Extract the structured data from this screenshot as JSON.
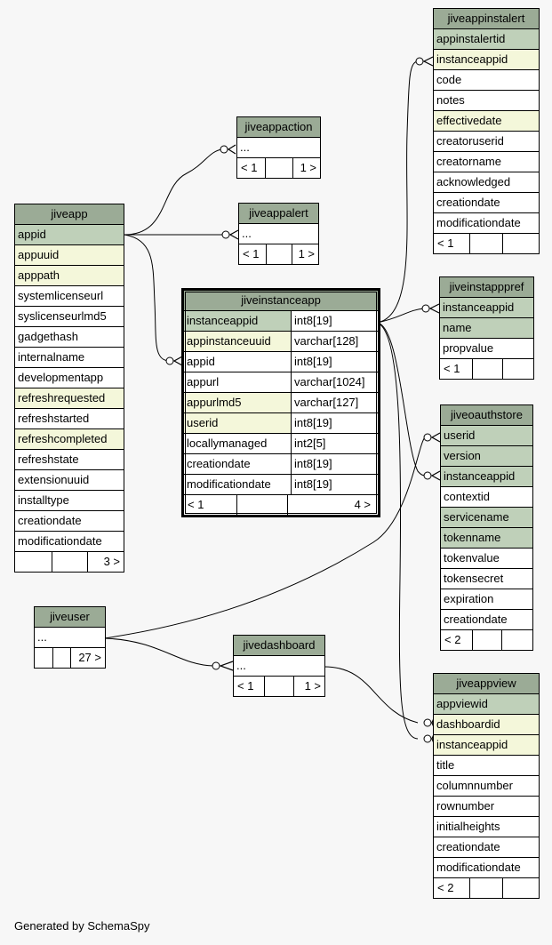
{
  "credit": "Generated by SchemaSpy",
  "tables": {
    "jiveapp": {
      "name": "jiveapp",
      "columns": [
        {
          "name": "appid",
          "kind": "pk"
        },
        {
          "name": "appuuid",
          "kind": "fk"
        },
        {
          "name": "apppath",
          "kind": "fk"
        },
        {
          "name": "systemlicenseurl",
          "kind": ""
        },
        {
          "name": "syslicenseurlmd5",
          "kind": ""
        },
        {
          "name": "gadgethash",
          "kind": ""
        },
        {
          "name": "internalname",
          "kind": ""
        },
        {
          "name": "developmentapp",
          "kind": ""
        },
        {
          "name": "refreshrequested",
          "kind": "fk"
        },
        {
          "name": "refreshstarted",
          "kind": ""
        },
        {
          "name": "refreshcompleted",
          "kind": "fk"
        },
        {
          "name": "refreshstate",
          "kind": ""
        },
        {
          "name": "extensionuuid",
          "kind": ""
        },
        {
          "name": "installtype",
          "kind": ""
        },
        {
          "name": "creationdate",
          "kind": ""
        },
        {
          "name": "modificationdate",
          "kind": ""
        }
      ],
      "footer": [
        "",
        "",
        "3 >"
      ]
    },
    "jiveappaction": {
      "name": "jiveappaction",
      "columns": [
        {
          "name": "...",
          "kind": ""
        }
      ],
      "footer": [
        "< 1",
        "",
        "1 >"
      ]
    },
    "jiveappalert": {
      "name": "jiveappalert",
      "columns": [
        {
          "name": "...",
          "kind": ""
        }
      ],
      "footer": [
        "< 1",
        "",
        "1 >"
      ]
    },
    "jiveinstanceapp": {
      "name": "jiveinstanceapp",
      "columns": [
        {
          "name": "instanceappid",
          "type": "int8[19]",
          "kind": "pk"
        },
        {
          "name": "appinstanceuuid",
          "type": "varchar[128]",
          "kind": "fk"
        },
        {
          "name": "appid",
          "type": "int8[19]",
          "kind": ""
        },
        {
          "name": "appurl",
          "type": "varchar[1024]",
          "kind": ""
        },
        {
          "name": "appurlmd5",
          "type": "varchar[127]",
          "kind": "fk"
        },
        {
          "name": "userid",
          "type": "int8[19]",
          "kind": "fk"
        },
        {
          "name": "locallymanaged",
          "type": "int2[5]",
          "kind": ""
        },
        {
          "name": "creationdate",
          "type": "int8[19]",
          "kind": ""
        },
        {
          "name": "modificationdate",
          "type": "int8[19]",
          "kind": ""
        }
      ],
      "footer": [
        "< 1",
        "",
        "4 >"
      ]
    },
    "jiveappinstalert": {
      "name": "jiveappinstalert",
      "columns": [
        {
          "name": "appinstalertid",
          "kind": "pk"
        },
        {
          "name": "instanceappid",
          "kind": "fk"
        },
        {
          "name": "code",
          "kind": ""
        },
        {
          "name": "notes",
          "kind": ""
        },
        {
          "name": "effectivedate",
          "kind": "fk"
        },
        {
          "name": "creatoruserid",
          "kind": ""
        },
        {
          "name": "creatorname",
          "kind": ""
        },
        {
          "name": "acknowledged",
          "kind": ""
        },
        {
          "name": "creationdate",
          "kind": ""
        },
        {
          "name": "modificationdate",
          "kind": ""
        }
      ],
      "footer": [
        "< 1",
        "",
        ""
      ]
    },
    "jiveinstapppref": {
      "name": "jiveinstapppref",
      "columns": [
        {
          "name": "instanceappid",
          "kind": "pk"
        },
        {
          "name": "name",
          "kind": "pk"
        },
        {
          "name": "propvalue",
          "kind": ""
        }
      ],
      "footer": [
        "< 1",
        "",
        ""
      ]
    },
    "jiveoauthstore": {
      "name": "jiveoauthstore",
      "columns": [
        {
          "name": "userid",
          "kind": "pk"
        },
        {
          "name": "version",
          "kind": "pk"
        },
        {
          "name": "instanceappid",
          "kind": "pk"
        },
        {
          "name": "contextid",
          "kind": ""
        },
        {
          "name": "servicename",
          "kind": "pk"
        },
        {
          "name": "tokenname",
          "kind": "pk"
        },
        {
          "name": "tokenvalue",
          "kind": ""
        },
        {
          "name": "tokensecret",
          "kind": ""
        },
        {
          "name": "expiration",
          "kind": ""
        },
        {
          "name": "creationdate",
          "kind": ""
        }
      ],
      "footer": [
        "< 2",
        "",
        ""
      ]
    },
    "jiveuser": {
      "name": "jiveuser",
      "columns": [
        {
          "name": "...",
          "kind": ""
        }
      ],
      "footer": [
        "",
        "",
        "27 >"
      ]
    },
    "jivedashboard": {
      "name": "jivedashboard",
      "columns": [
        {
          "name": "...",
          "kind": ""
        }
      ],
      "footer": [
        "< 1",
        "",
        "1 >"
      ]
    },
    "jiveappview": {
      "name": "jiveappview",
      "columns": [
        {
          "name": "appviewid",
          "kind": "pk"
        },
        {
          "name": "dashboardid",
          "kind": "fk"
        },
        {
          "name": "instanceappid",
          "kind": "fk"
        },
        {
          "name": "title",
          "kind": ""
        },
        {
          "name": "columnnumber",
          "kind": ""
        },
        {
          "name": "rownumber",
          "kind": ""
        },
        {
          "name": "initialheights",
          "kind": ""
        },
        {
          "name": "creationdate",
          "kind": ""
        },
        {
          "name": "modificationdate",
          "kind": ""
        }
      ],
      "footer": [
        "< 2",
        "",
        ""
      ]
    }
  }
}
